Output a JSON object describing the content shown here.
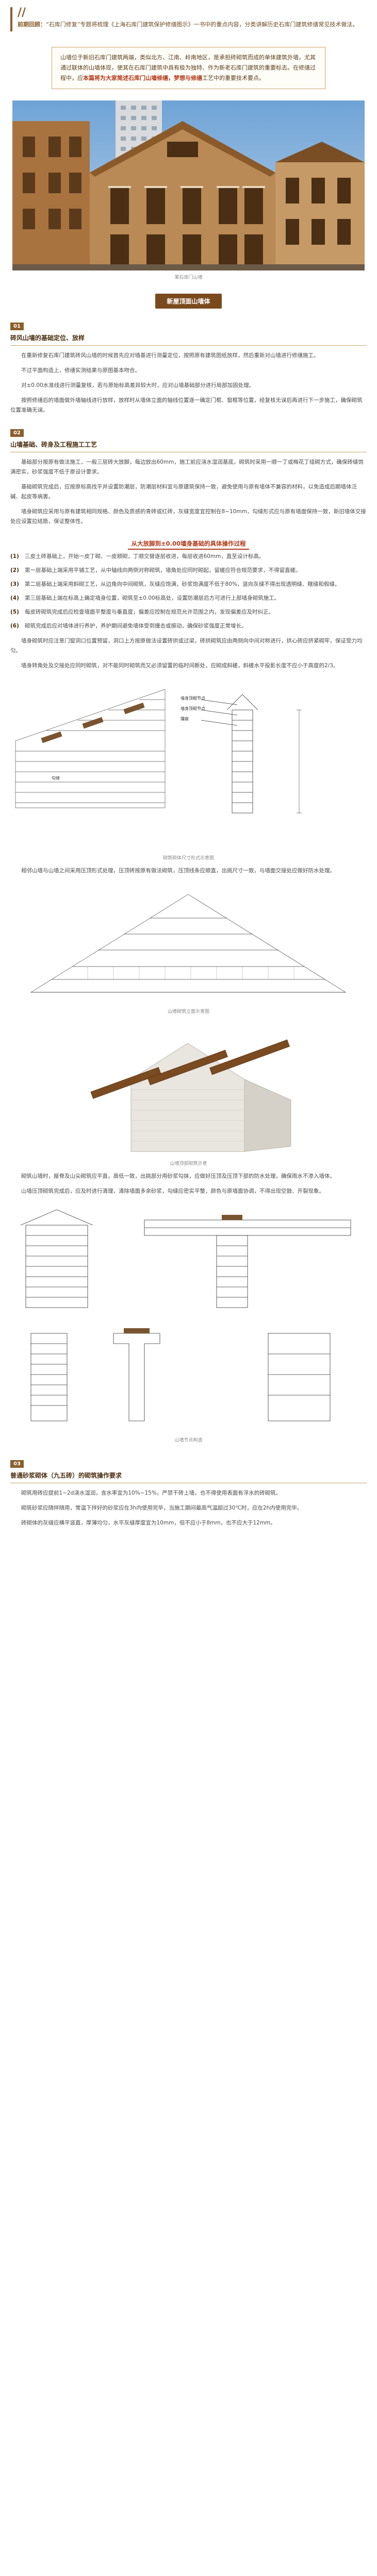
{
  "intro": {
    "lead": "前期回顾：",
    "text": "“石库门修复”专题将梳理《上海石库门建筑保护修缮图示》一书中的重点内容，分类讲解历史石库门建筑修缮常见技术做法。"
  },
  "summary": {
    "text_a": "山墙位于新旧石库门建筑两端，类似北方、江南、岭南地区，是承担砖砌筑而成的单体建筑外墙，尤其通过联体的山墙体现，使其在石库门建筑中具有极为独特、作为新老石库门建筑的重要标志。在修缮过程中，应",
    "highlight": "本篇将为大家简述石库门山墙修缮，梦想与修缮",
    "text_b": "工艺中的重要技术要点。"
  },
  "photo": {
    "caption": "某石库门山墙"
  },
  "section1": {
    "banner": "新屋顶面山墙体"
  },
  "s01": {
    "num": "01",
    "title": "砖风山墙的基础定位、放样",
    "para1": "在重新修复石库门建筑砖风山墙的时候首先应对墙基进行测量定位，按照原有建筑图纸放样，然后重新对山墙进行修缮施工。",
    "para2": "不过平面构造上，修缮实测结果与原图基本吻合。",
    "para3": "对±0.00水准线进行测量复核，若与原始标高差异较大时，应对山墙基础部分进行局部加固处理。",
    "para4": "按照修缮后的墙面做外墙轴线进行放样，放样时从墙体立面的轴线位置逐一确定门框、窗框等位置，经复核无误后再进行下一步施工，确保砌筑位置准确无误。"
  },
  "s02": {
    "num": "02",
    "title": "山墙基础、砖身及工程施工工艺",
    "para1": "基础部分按原有做法施工，一般三层砖大放脚，每边放出60mm，施工前应浇水湿润基底，砌筑时采用一顺一丁或梅花丁组砌方式，确保砖缝饱满密实，砂浆强度不低于原设计要求。",
    "para2": "基础砌筑完成后，应按原标高找平并设置防潮层，防潮层材料宜与原建筑保持一致，避免使用与原有墙体不兼容的材料，以免造成后期墙体泛碱、起皮等病害。",
    "para3": "墙身砌筑应采用与原有建筑相同规格、颜色及质感的青砖或红砖，灰缝宽度宜控制在8~10mm，勾缝形式应与原有墙面保持一致，新旧墙体交接处应设置拉结筋，保证整体性。"
  },
  "steps_title": "从大放脚到±0.00墙身基础的具体操作过程",
  "steps": [
    {
      "n": "(1)",
      "text": "三皮土砖基础上，开始一皮丁砌、一皮顺砌，丁顺交替逐层收进，每层收进60mm，直至设计标高。"
    },
    {
      "n": "(2)",
      "text": "第一层基础上端采用平铺工艺，从中轴线向两侧对称砌筑，墙角处应同时砌起，留槎应符合规范要求，不得留直槎。"
    },
    {
      "n": "(3)",
      "text": "第二层基础上端采用斜砌工艺，从边角向中间砌筑，灰缝应饱满，砂浆饱满度不低于80%，竖向灰缝不得出现透明缝、瞎缝和假缝。"
    },
    {
      "n": "(4)",
      "text": "第三层基础上端在标高上确定墙身位置，砌筑至±0.00标高处，设置防潮层后方可进行上部墙身砌筑施工。"
    },
    {
      "n": "(5)",
      "text": "每皮砖砌筑完成后应检查墙面平整度与垂直度，偏差应控制在规范允许范围之内，发现偏差应及时纠正。"
    },
    {
      "n": "(6)",
      "text": "砌筑完成后应对墙体进行养护，养护期间避免墙体受到撞击或振动，确保砂浆强度正常增长。"
    }
  ],
  "s02_para4": "墙身砌筑时应注意门窗洞口位置预留，洞口上方按原做法设置砖拱或过梁，砖拱砌筑应由两侧向中间对称进行，拱心砖应挤紧砌牢，保证受力均匀。",
  "s02_para5": "墙身转角处及交接处应同时砌筑，对不能同时砌筑而又必须留置的临时间断处，应砌成斜槎，斜槎水平投影长度不应小于高度的2/3。",
  "drawing1": {
    "caption": "砌筑砌体尺寸形式示意图",
    "labels": [
      "墙身顶砌节点",
      "墙身顶砌节点",
      "镶嵌",
      "勾缝"
    ]
  },
  "para_mid1": "相邻山墙与山墙之间采用压顶形式处理，压顶砖按原有做法砌筑，压顶线条应顺直，出挑尺寸一致，与墙面交接处应做好防水处理。",
  "drawing2": {
    "caption": "山墙砌筑立面示意图"
  },
  "render1": {
    "caption": "山墙顶部砌筑示意"
  },
  "para_mid2": "砌筑山墙时，屋脊及山尖砌筑应平直，高低一致，出挑部分用砂浆勾抹，应做好压顶及压顶下部的防水处理，确保雨水不渗入墙体。",
  "para_mid3": "山墙压顶砌筑完成后，应及时进行清理，清除墙面多余砂浆，勾缝应密实平整，颜色与原墙面协调，不得出现空鼓、开裂现象。",
  "drawing3": {
    "caption": "山墙节点构造"
  },
  "s03": {
    "num": "03",
    "title": "普通砂浆砌体（九五砖）的砌筑操作要求",
    "para1": "砌筑用砖应提前1~2d浇水湿润，含水率宜为10%~15%，严禁干砖上墙，也不得使用表面有浮水的砖砌筑。",
    "para2": "砌筑砂浆应随拌随用，常温下拌好的砂浆应在3h内使用完毕，当施工期间最高气温超过30℃时，应在2h内使用完毕。",
    "para3": "砖砌体的灰缝应横平竖直，厚薄均匀，水平灰缝厚度宜为10mm，但不应小于8mm，也不应大于12mm。"
  },
  "colors": {
    "accent": "#8b5e2b",
    "banner": "#7a4a1c",
    "highlight": "#b23a1a"
  }
}
